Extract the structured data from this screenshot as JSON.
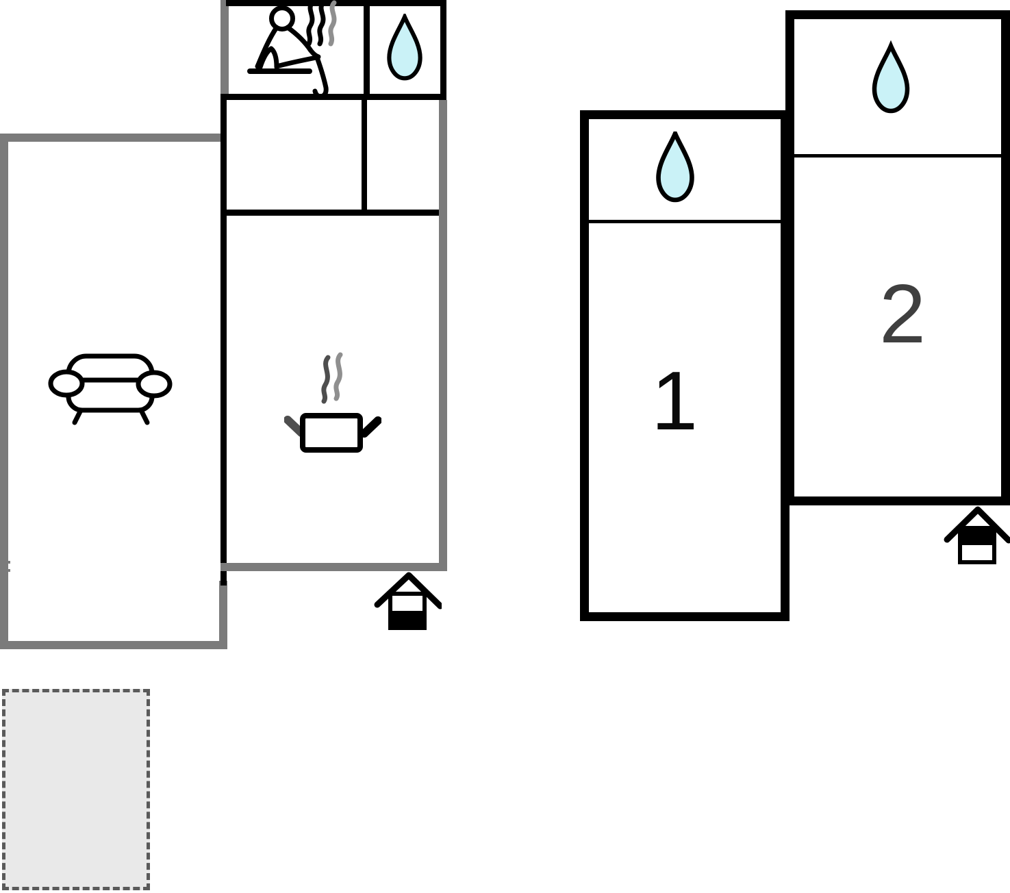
{
  "labels": {
    "bedroom_1": "1",
    "bedroom_2": "2"
  },
  "rooms": [
    {
      "name": "living-room",
      "icon": "sofa-icon"
    },
    {
      "name": "sauna",
      "icon": "sauna-person-icon"
    },
    {
      "name": "shower-room",
      "icon": "water-drop-icon"
    },
    {
      "name": "kitchen",
      "icon": "cooking-pot-icon"
    },
    {
      "name": "bedroom-1",
      "label": "1",
      "icon": "water-drop-icon"
    },
    {
      "name": "bedroom-2",
      "label": "2",
      "icon": "water-drop-icon"
    },
    {
      "name": "terrace"
    }
  ],
  "entrance_icon_count": 2,
  "colors": {
    "wall_gray": "#7b7b7b",
    "wall_black": "#000000",
    "drop_fill": "#caf2f7",
    "terrace_fill": "#e9e9e9",
    "terrace_border": "#5a5a5a",
    "label_1_color": "#0a0a0a",
    "label_2_color": "#3f3f3f",
    "steam_dark": "#4e4e4e",
    "steam_gray": "#8f8f8f"
  }
}
